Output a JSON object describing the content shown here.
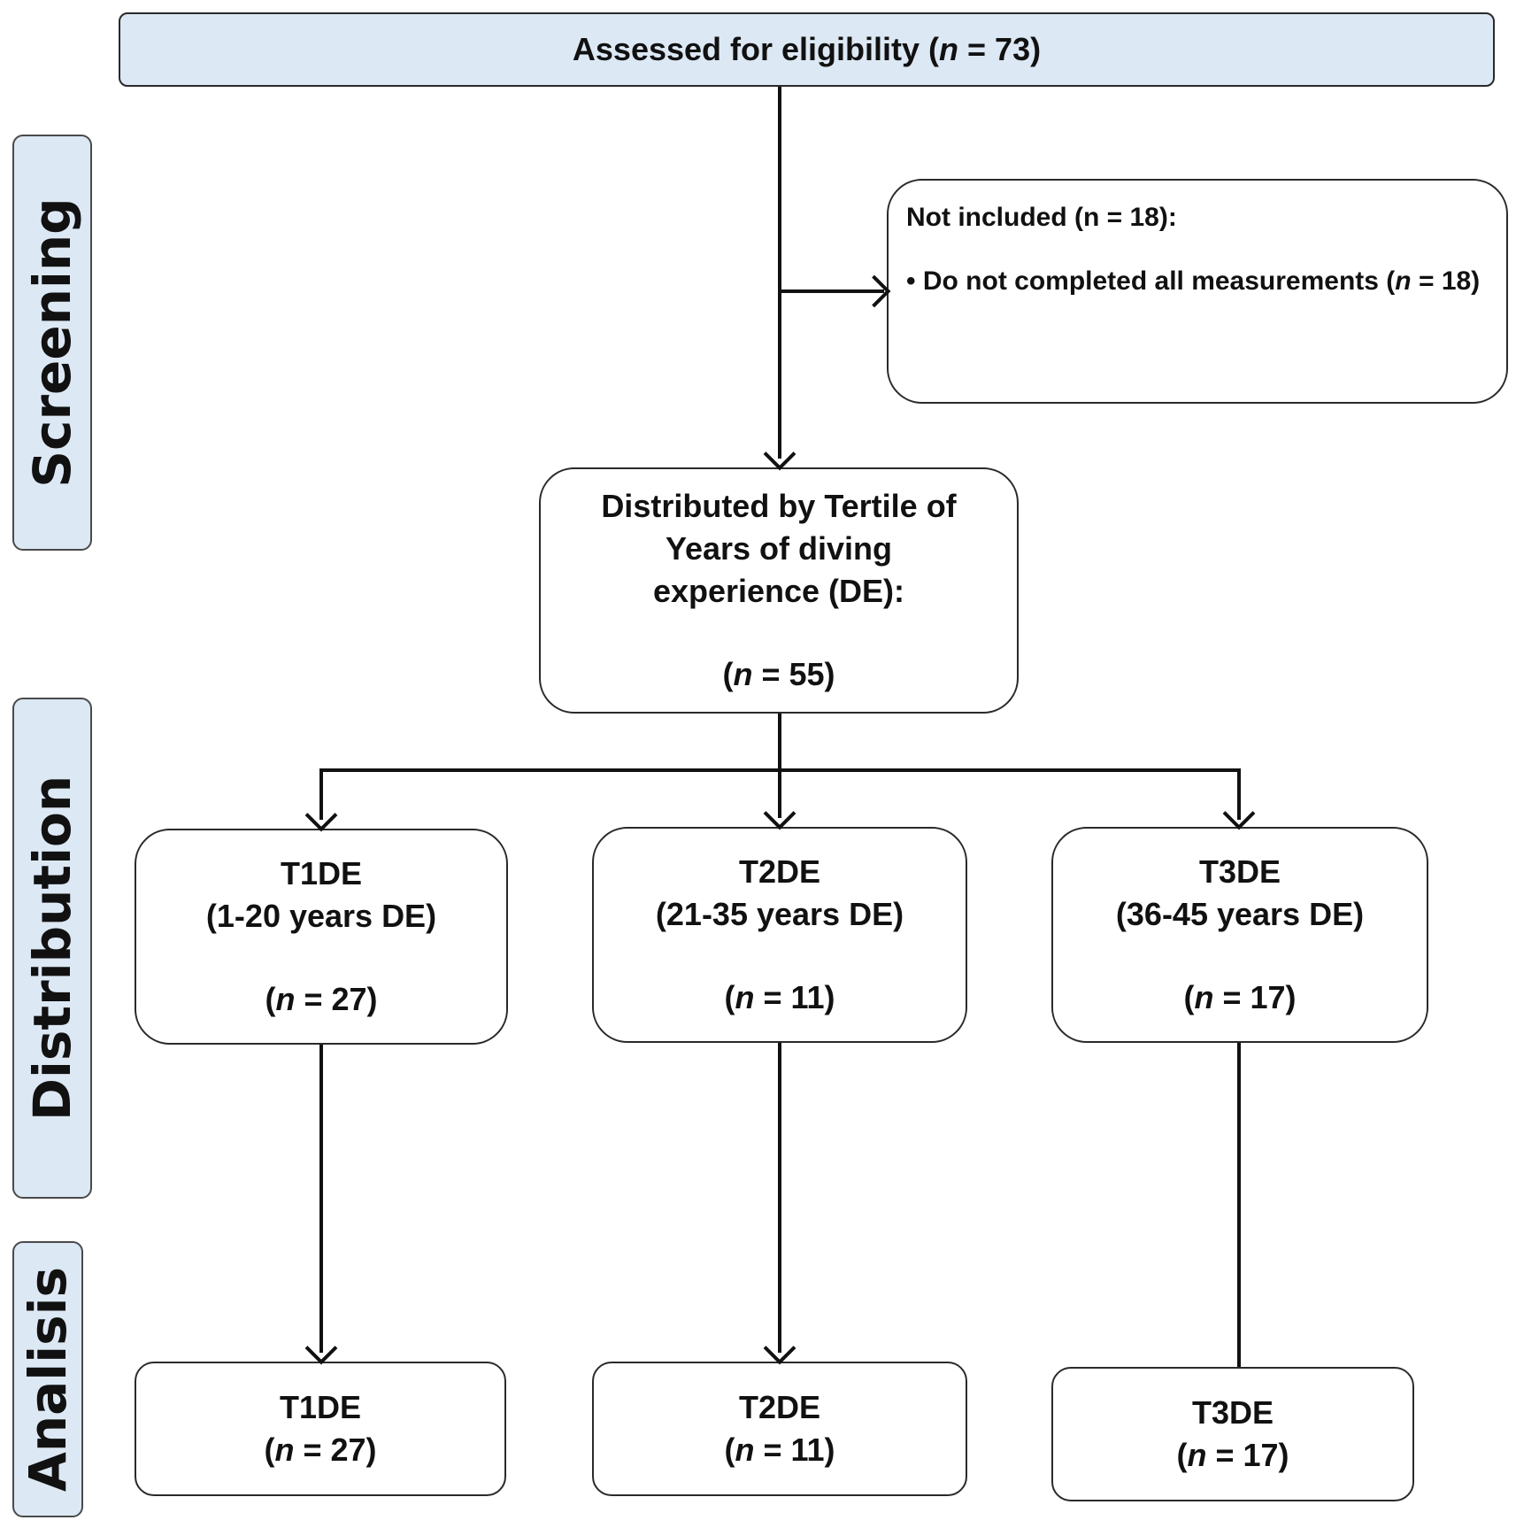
{
  "phases": {
    "screening": "Screening",
    "distribution": "Distribution",
    "analysis": "Analisis"
  },
  "assessed": {
    "prefix": "Assessed for eligibility (",
    "n": "n",
    "suffix": " = 73)"
  },
  "excluded": {
    "title": "Not included (n = 18):",
    "bullet_prefix": "• Do not completed all measurements (",
    "bullet_n": "n",
    "bullet_suffix": " = 18)"
  },
  "distributed": {
    "line1": "Distributed by Tertile of",
    "line2": "Years of diving",
    "line3": "experience (DE):",
    "count_open": "(",
    "count_n": "n",
    "count_close": " = 55)"
  },
  "groups": [
    {
      "name": "T1DE",
      "range": "(1-20 years DE)",
      "open": "(",
      "n": "n",
      "count": " = 27)"
    },
    {
      "name": "T2DE",
      "range": "(21-35 years DE)",
      "open": "(",
      "n": "n",
      "count": " = 11)"
    },
    {
      "name": "T3DE",
      "range": "(36-45 years DE)",
      "open": "(",
      "n": "n",
      "count": " = 17)"
    }
  ],
  "analysis": [
    {
      "name": "T1DE",
      "open": "(",
      "n": "n",
      "count": " = 27)"
    },
    {
      "name": "T2DE",
      "open": "(",
      "n": "n",
      "count": " = 11)"
    },
    {
      "name": "T3DE",
      "open": "(",
      "n": "n",
      "count": " = 17)"
    }
  ],
  "colors": {
    "phase_fill": "#dce8f4",
    "top_box_fill": "#dce8f4",
    "border": "#2a2a2a"
  }
}
